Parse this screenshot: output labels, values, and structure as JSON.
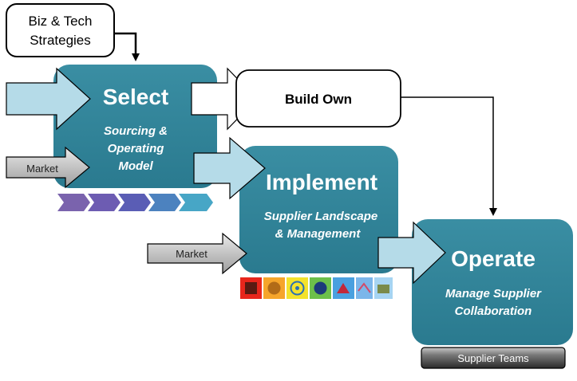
{
  "strategies": {
    "line1": "Biz & Tech",
    "line2": "Strategies"
  },
  "select": {
    "title": "Select",
    "sub1": "Sourcing &",
    "sub2": "Operating",
    "sub3": "Model"
  },
  "build_own": {
    "label": "Build Own"
  },
  "implement": {
    "title": "Implement",
    "sub1": "Supplier Landscape",
    "sub2": "& Management"
  },
  "operate": {
    "title": "Operate",
    "sub1": "Manage Supplier",
    "sub2": "Collaboration"
  },
  "market_top": {
    "label": "Market"
  },
  "market_bottom": {
    "label": "Market"
  },
  "supplier_teams": {
    "label": "Supplier Teams"
  },
  "colors": {
    "teal": "#2e8196",
    "light_blue": "#b5dbe8",
    "chevrons": [
      "#7a63ad",
      "#6d5cb2",
      "#5a5db5",
      "#4c82bf",
      "#47a6c6"
    ],
    "tiles": [
      "#e8261c",
      "#f6a52a",
      "#f3e22c",
      "#6cc04a",
      "#4aa0df",
      "#7bb6ea",
      "#a6d4f2"
    ]
  }
}
